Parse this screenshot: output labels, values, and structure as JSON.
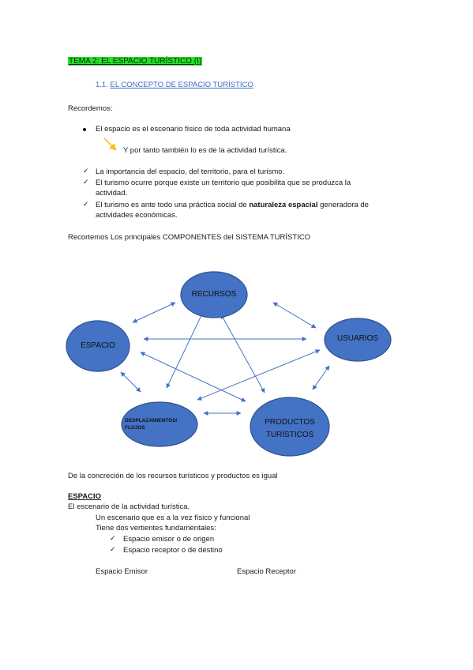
{
  "header": {
    "title": "TEMA 2: EL ESPACIO TURÍSTICO (I)",
    "subtitle_number": "1.1.",
    "subtitle_text": "EL CONCEPTO DE ESPACIO TURÍSTICO"
  },
  "intro": {
    "recordemos": "Recordemos:",
    "bullet1": "El espacio es el escenario físico de toda actividad humana",
    "arrow_text": "Y por tanto también lo es de la actividad turística.",
    "checks": [
      "La importancia del espacio, del territorio, para el turismo.",
      "El turismo ocurre porque existe un territorio que posibilita que se produzca la",
      "actividad.",
      "El turismo es ante todo una práctica social de",
      "naturaleza espacial",
      " generadora de",
      "actividades económicas."
    ],
    "components": "Recortemos Los principales COMPONENTES del SISTEMA TURÍSTICO"
  },
  "diagram": {
    "nodes": {
      "recursos": "RECURSOS",
      "espacio": "ESPACIO",
      "usuarios": "USUARIOS",
      "desplazamientos_line1": "DESPLAZAMIENTOS/",
      "desplazamientos_line2": "FLUJOS",
      "productos_line1": "PRODUCTOS",
      "productos_line2": "TURÍSTICOS"
    },
    "colors": {
      "node_fill": "#4472c4",
      "node_stroke": "#2f528f",
      "arrow": "#4472c4",
      "yellow_arrow": "#f5c211"
    }
  },
  "body": {
    "concrecion": "De la concreción de los recursos turísticos y productos es igual",
    "espacio_heading": "ESPACIO",
    "escenario": "El escenario de la actividad turística.",
    "escenario_vez": "Un escenario que es a la vez físico y funcional",
    "vertientes": "Tiene dos vertientes fundamentales:",
    "check_emisor": "Espacio emisor o de origen",
    "check_receptor": "Espacio receptor o de destino",
    "col_emisor": "Espacio Emisor",
    "col_receptor": "Espacio Receptor"
  }
}
